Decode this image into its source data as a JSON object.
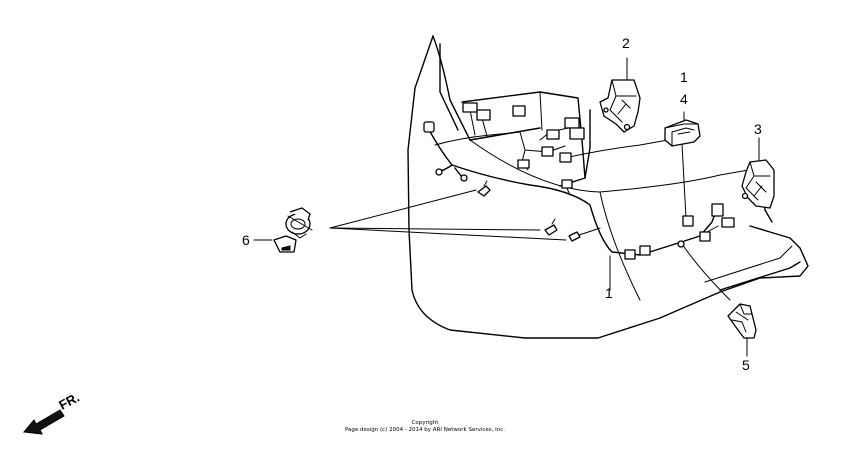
{
  "callouts": {
    "c1a": "1",
    "c1b": "1",
    "c2": "2",
    "c3": "3",
    "c4": "4",
    "c5": "5",
    "c6": "6"
  },
  "direction_label": "FR.",
  "copyright": {
    "line1": "Copyright",
    "line2": "Page design (c) 2004 - 2014 by ARI Network Services, Inc."
  },
  "icons": {
    "direction_arrow": "arrow-down-left-icon"
  }
}
